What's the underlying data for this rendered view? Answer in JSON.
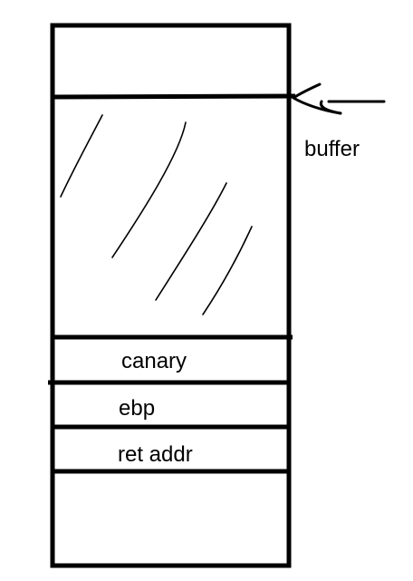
{
  "diagram": {
    "labels": {
      "buffer": "buffer",
      "canary": "canary",
      "ebp": "ebp",
      "ret_addr": "ret addr"
    },
    "colors": {
      "stroke": "#000000",
      "background": "#ffffff"
    }
  }
}
